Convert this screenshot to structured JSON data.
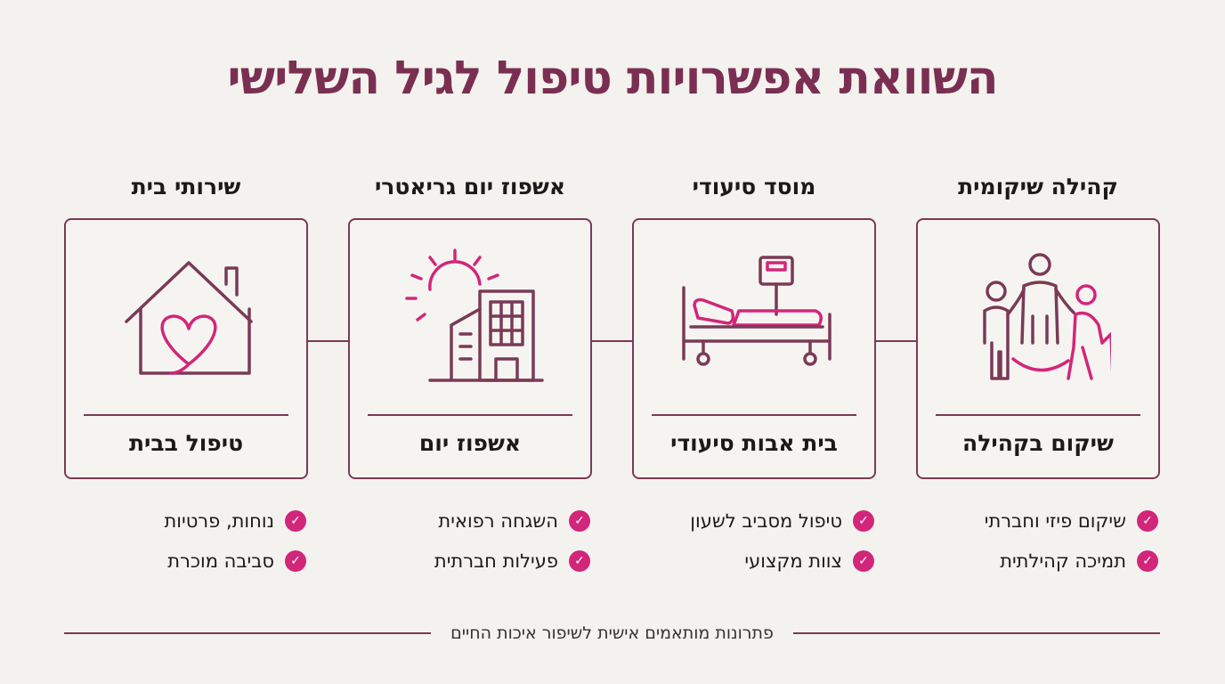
{
  "title": "השוואת אפשרויות טיפול לגיל השלישי",
  "colors": {
    "primary": "#7a2f52",
    "accent": "#d2267a",
    "background": "#f4f2ee"
  },
  "options": [
    {
      "heading": "קהילה שיקומית",
      "label": "שיקום בקהילה",
      "icon": "community-people-icon",
      "features": [
        "שיקום פיזי וחברתי",
        "תמיכה קהילתית"
      ]
    },
    {
      "heading": "מוסד סיעודי",
      "label": "בית אבות סיעודי",
      "icon": "hospital-bed-icon",
      "features": [
        "טיפול מסביב לשעון",
        "צוות מקצועי"
      ]
    },
    {
      "heading": "אשפוז יום גריאטרי",
      "label": "אשפוז יום",
      "icon": "sun-building-icon",
      "features": [
        "השגחה רפואית",
        "פעילות חברתית"
      ]
    },
    {
      "heading": "שירותי בית",
      "label": "טיפול בבית",
      "icon": "house-heart-icon",
      "features": [
        "נוחות, פרטיות",
        "סביבה מוכרת"
      ]
    }
  ],
  "check_icon": "check-circle-icon",
  "footer": "פתרונות מותאמים אישית לשיפור איכות החיים"
}
